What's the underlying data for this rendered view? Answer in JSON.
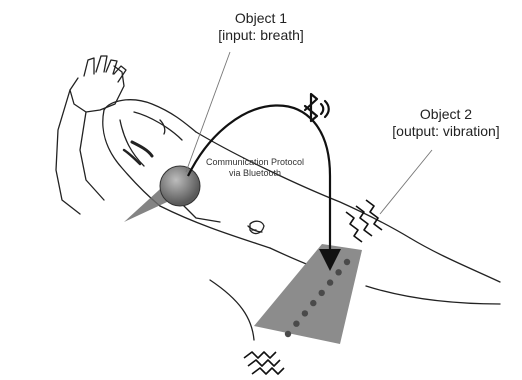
{
  "object1": {
    "title": "Object 1",
    "subtitle": "[input: breath]"
  },
  "object2": {
    "title": "Object 2",
    "subtitle": "[output: vibration]"
  },
  "protocol": {
    "line1": "Communication Protocol",
    "line2": "via Bluetooth"
  },
  "icons": [
    "bluetooth-icon",
    "vibration-icon-top",
    "vibration-icon-bottom"
  ],
  "colors": {
    "stroke": "#222222",
    "belt": "#8c8c8c",
    "dots": "#4a4a4a",
    "ball": "#777777"
  }
}
